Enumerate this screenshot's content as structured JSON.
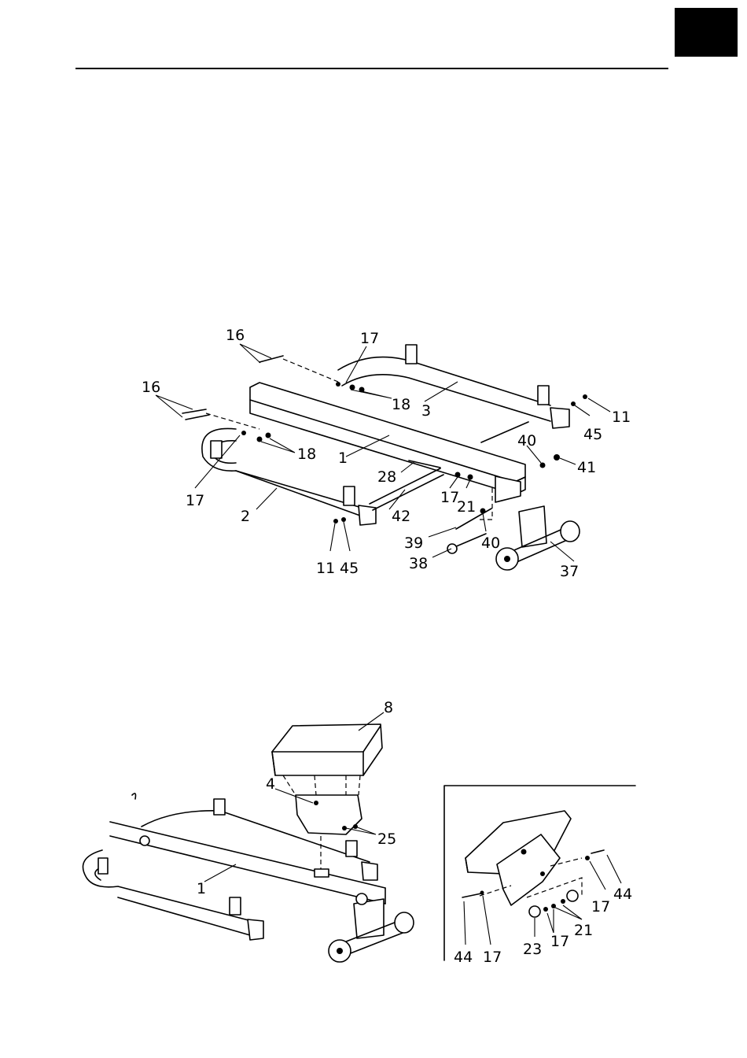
{
  "header": {
    "tab_color": "#000000"
  },
  "diagram1": {
    "callouts": {
      "c16a": "16",
      "c17a": "17",
      "c18a": "18",
      "c3": "3",
      "c11a": "11",
      "c45a": "45",
      "c16b": "16",
      "c18b": "18",
      "c1": "1",
      "c40a": "40",
      "c41": "41",
      "c17b": "17",
      "c2": "2",
      "c28": "28",
      "c17c": "17",
      "c21": "21",
      "c42": "42",
      "c39": "39",
      "c40b": "40",
      "c38": "38",
      "c11b": "11",
      "c45b": "45",
      "c37": "37"
    }
  },
  "diagram2": {
    "callouts": {
      "c8": "8",
      "c4": "4",
      "c25": "25",
      "c1": "1"
    }
  },
  "diagram3": {
    "callouts": {
      "c44a": "44",
      "c17a": "17",
      "c21": "21",
      "c23": "23",
      "c17b": "17",
      "c44b": "44",
      "c17c": "17"
    }
  }
}
